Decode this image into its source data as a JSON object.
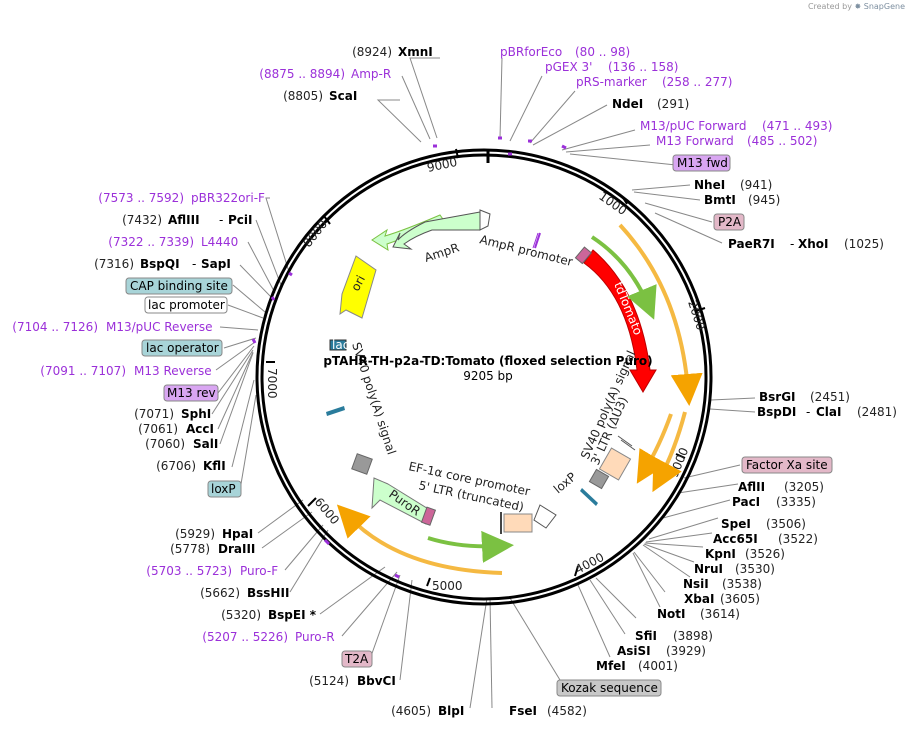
{
  "brand": {
    "created_by": "Created by",
    "app": "SnapGene"
  },
  "plasmid": {
    "name": "pTAHR-TH-p2a-TD:Tomato (floxed selection Puro)",
    "length": "9205 bp"
  },
  "ticks": [
    "1000",
    "2000",
    "3000",
    "4000",
    "5000",
    "6000",
    "7000",
    "8000",
    "9000"
  ],
  "sites": [
    {
      "pos": "(8924)",
      "name": "XmnI"
    },
    {
      "pos": "(8875 .. 8894)",
      "name": "Amp-R"
    },
    {
      "pos": "(8805)",
      "name": "ScaI"
    },
    {
      "name": "pBRforEco",
      "pos": "(80 .. 98)"
    },
    {
      "name": "pGEX 3'",
      "pos": "(136 .. 158)"
    },
    {
      "name": "pRS-marker",
      "pos": "(258 .. 277)"
    },
    {
      "name": "NdeI",
      "pos": "(291)"
    },
    {
      "name": "M13/pUC Forward",
      "pos": "(471 .. 493)"
    },
    {
      "name": "M13 Forward",
      "pos": "(485 .. 502)"
    },
    {
      "name": "M13 fwd"
    },
    {
      "name": "NheI",
      "pos": "(941)"
    },
    {
      "name": "BmtI",
      "pos": "(945)"
    },
    {
      "name": "P2A"
    },
    {
      "name": "PaeR7I",
      "name2": "XhoI",
      "pos": "(1025)"
    },
    {
      "pos": "(7573 .. 7592)",
      "name": "pBR322ori-F"
    },
    {
      "pos": "(7432)",
      "name": "AflIII",
      "name2": "PciI"
    },
    {
      "pos": "(7322 .. 7339)",
      "name": "L4440"
    },
    {
      "pos": "(7316)",
      "name": "BspQI",
      "name2": "SapI"
    },
    {
      "name": "CAP binding site"
    },
    {
      "name": "lac promoter"
    },
    {
      "pos": "(7104 .. 7126)",
      "name": "M13/pUC Reverse"
    },
    {
      "name": "lac operator"
    },
    {
      "pos": "(7091 .. 7107)",
      "name": "M13 Reverse"
    },
    {
      "name": "M13 rev"
    },
    {
      "pos": "(7071)",
      "name": "SphI"
    },
    {
      "pos": "(7061)",
      "name": "AccI"
    },
    {
      "pos": "(7060)",
      "name": "SalI"
    },
    {
      "pos": "(6706)",
      "name": "KflI"
    },
    {
      "name": "loxP"
    },
    {
      "pos": "(5929)",
      "name": "HpaI"
    },
    {
      "pos": "(5778)",
      "name": "DraIII"
    },
    {
      "pos": "(5703 .. 5723)",
      "name": "Puro-F"
    },
    {
      "pos": "(5662)",
      "name": "BssHII"
    },
    {
      "pos": "(5320)",
      "name": "BspEI *"
    },
    {
      "pos": "(5207 .. 5226)",
      "name": "Puro-R"
    },
    {
      "name": "T2A"
    },
    {
      "pos": "(5124)",
      "name": "BbvCI"
    },
    {
      "pos": "(4605)",
      "name": "BlpI"
    },
    {
      "name": "FseI",
      "pos": "(4582)"
    },
    {
      "name": "Kozak sequence"
    },
    {
      "name": "MfeI",
      "pos": "(4001)"
    },
    {
      "name": "AsiSI",
      "pos": "(3929)"
    },
    {
      "name": "SfiI",
      "pos": "(3898)"
    },
    {
      "name": "NotI",
      "pos": "(3614)"
    },
    {
      "name": "XbaI",
      "pos": "(3605)"
    },
    {
      "name": "NsiI",
      "pos": "(3538)"
    },
    {
      "name": "NruI",
      "pos": "(3530)"
    },
    {
      "name": "KpnI",
      "pos": "(3526)"
    },
    {
      "name": "Acc65I",
      "pos": "(3522)"
    },
    {
      "name": "SpeI",
      "pos": "(3506)"
    },
    {
      "name": "PacI",
      "pos": "(3335)"
    },
    {
      "name": "AflII",
      "pos": "(3205)"
    },
    {
      "name": "Factor Xa site"
    },
    {
      "name": "BspDI",
      "name2": "ClaI",
      "pos": "(2481)"
    },
    {
      "name": "BsrGI",
      "pos": "(2451)"
    }
  ],
  "features": {
    "ampr": "AmpR",
    "ampr_promoter": "AmpR promoter",
    "ori": "ori",
    "tdtomato": "tdTomato",
    "sv40_right": "SV40 poly(A) signal",
    "ltr3": "3' LTR (ΔU3)",
    "loxp_inner": "loxP",
    "ef1a": "EF-1α core promoter",
    "ltr5": "5' LTR (truncated)",
    "puror": "PuroR",
    "sv40_left": "SV40 poly(A) signal",
    "lac_small": "lac"
  },
  "colors": {
    "enzyme": "#000000",
    "primer": "#9b30d9",
    "ampr": "#ccffcc",
    "ori": "#ffff00",
    "tdtomato": "#ff0000",
    "orange": "#f5b942",
    "green": "#7bc142"
  }
}
